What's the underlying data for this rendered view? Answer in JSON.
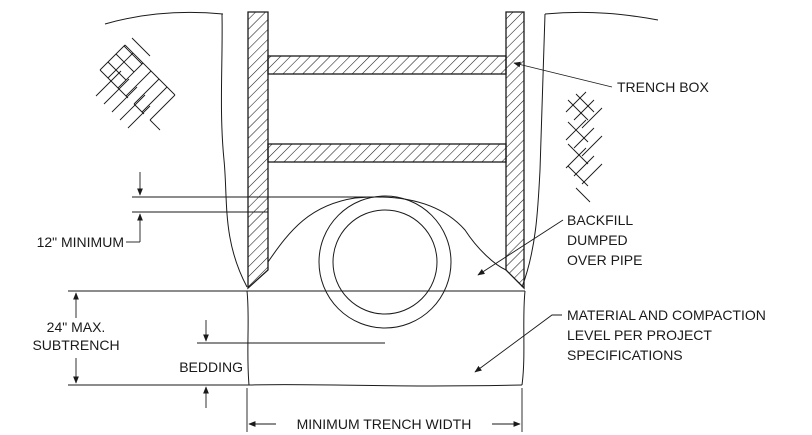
{
  "diagram": {
    "labels": {
      "trench_box": "TRENCH BOX",
      "backfill": [
        "BACKFILL",
        "DUMPED",
        "OVER PIPE"
      ],
      "twelve_min": "12\" MINIMUM",
      "subtrench": [
        "24\" MAX.",
        "SUBTRENCH"
      ],
      "bedding": "BEDDING",
      "material": [
        "MATERIAL AND COMPACTION",
        "LEVEL PER PROJECT",
        "SPECIFICATIONS"
      ],
      "min_width": "MINIMUM TRENCH WIDTH"
    }
  }
}
